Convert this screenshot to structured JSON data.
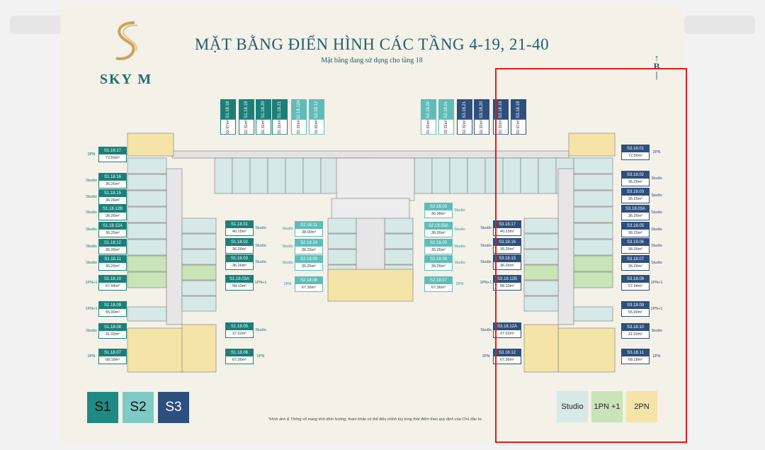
{
  "brand": {
    "name": "SKY M"
  },
  "heading": {
    "title": "MẶT BẰNG ĐIỂN HÌNH CÁC TẦNG 4-19, 21-40",
    "subtitle": "Mặt bằng đang sử dụng cho tầng 18"
  },
  "north_marker": "B",
  "colors": {
    "s1": "#1b7f79",
    "s2": "#5fbcb9",
    "s3": "#2d4f7e",
    "studio": "#d6e9e6",
    "pn1": "#c8e4b8",
    "pn2": "#f4e4a8",
    "highlight": "#e41b1b"
  },
  "top_labels": [
    {
      "code": "S1.18.18",
      "area": "32.67m²",
      "zone": "s1"
    },
    {
      "code": "S1.18.19",
      "area": "32.32m²",
      "zone": "s1"
    },
    {
      "code": "S1.18.20",
      "area": "32.32m²",
      "zone": "s1"
    },
    {
      "code": "S1.18.21",
      "area": "32.32m²",
      "zone": "s1"
    },
    {
      "code": "S2.18.12A",
      "area": "32.32m²",
      "zone": "s2"
    },
    {
      "code": "S2.18.12",
      "area": "31.65m²",
      "zone": "s2"
    },
    {
      "code": "S2.18.02",
      "area": "31.65m²",
      "zone": "s2"
    },
    {
      "code": "S2.18.01",
      "area": "32.32m²",
      "zone": "s2"
    },
    {
      "code": "S3.18.21",
      "area": "32.32m²",
      "zone": "s3"
    },
    {
      "code": "S3.18.20",
      "area": "32.32m²",
      "zone": "s3"
    },
    {
      "code": "S3.18.19",
      "area": "32.32m²",
      "zone": "s3"
    },
    {
      "code": "S3.18.18",
      "area": "32.67m²",
      "zone": "s3"
    }
  ],
  "left_outer": [
    {
      "type": "2PN",
      "code": "S1.18.17",
      "area": "72.56m²"
    },
    {
      "type": "Studio",
      "code": "S1.18.16",
      "area": "36.26m²"
    },
    {
      "type": "Studio",
      "code": "S1.18.15",
      "area": "36.26m²"
    },
    {
      "type": "Studio",
      "code": "S1.18.12B",
      "area": "36.26m²"
    },
    {
      "type": "Studio",
      "code": "S1.18.12A",
      "area": "36.25m²"
    },
    {
      "type": "Studio",
      "code": "S1.18.12",
      "area": "36.26m²"
    },
    {
      "type": "Studio",
      "code": "S1.18.11",
      "area": "36.26m²"
    },
    {
      "type": "1PN+1",
      "code": "S1.18.10",
      "area": "57.94m²"
    },
    {
      "type": "1PN+1",
      "code": "S1.18.09",
      "area": "55.99m²"
    },
    {
      "type": "Studio",
      "code": "S1.18.08",
      "area": "31.03m²"
    },
    {
      "type": "2PN",
      "code": "S1.18.07",
      "area": "68.18m²"
    }
  ],
  "left_inner": [
    {
      "type": "Studio",
      "code": "S1.18.01",
      "area": "40.15m²"
    },
    {
      "type": "Studio",
      "code": "S1.18.02",
      "area": "36.26m²"
    },
    {
      "type": "Studio",
      "code": "S1.18.03",
      "area": "36.26m²"
    },
    {
      "type": "1PN+1",
      "code": "S1.18.03A",
      "area": "58.10m²"
    },
    {
      "type": "Studio",
      "code": "S1.18.05",
      "area": "37.02m²"
    },
    {
      "type": "2PN",
      "code": "S1.18.06",
      "area": "67.36m²"
    }
  ],
  "center_left": [
    {
      "type": "Studio",
      "code": "S2.18.11",
      "area": "38.00m²"
    },
    {
      "type": "Studio",
      "code": "S2.18.10",
      "area": "36.26m²"
    },
    {
      "type": "Studio",
      "code": "S2.18.09",
      "area": "36.26m²"
    },
    {
      "type": "2PN",
      "code": "S2.18.08",
      "area": "67.36m²"
    }
  ],
  "center_right": [
    {
      "type": "Studio",
      "code": "S2.18.03",
      "area": "36.38m²"
    },
    {
      "type": "Studio",
      "code": "S2.18.03A",
      "area": "36.26m²"
    },
    {
      "type": "Studio",
      "code": "S2.18.05",
      "area": "36.26m²"
    },
    {
      "type": "Studio",
      "code": "S2.18.06",
      "area": "36.26m²"
    },
    {
      "type": "2PN",
      "code": "S2.18.07",
      "area": "67.36m²"
    }
  ],
  "right_inner": [
    {
      "type": "Studio",
      "code": "S3.18.17",
      "area": "40.15m²"
    },
    {
      "type": "Studio",
      "code": "S3.18.16",
      "area": "36.26m²"
    },
    {
      "type": "Studio",
      "code": "S3.18.15",
      "area": "36.26m²"
    },
    {
      "type": "1PN+1",
      "code": "S3.18.12B",
      "area": "58.10m²"
    },
    {
      "type": "Studio",
      "code": "S3.18.12A",
      "area": "37.02m²"
    },
    {
      "type": "2PN",
      "code": "S3.18.12",
      "area": "67.36m²"
    }
  ],
  "right_outer": [
    {
      "type": "2PN",
      "code": "S3.18.01",
      "area": "72.56m²"
    },
    {
      "type": "Studio",
      "code": "S3.18.02",
      "area": "36.26m²"
    },
    {
      "type": "Studio",
      "code": "S3.18.03",
      "area": "36.26m²"
    },
    {
      "type": "Studio",
      "code": "S3.18.03A",
      "area": "36.26m²"
    },
    {
      "type": "Studio",
      "code": "S3.18.05",
      "area": "36.25m²"
    },
    {
      "type": "Studio",
      "code": "S3.18.06",
      "area": "36.26m²"
    },
    {
      "type": "Studio",
      "code": "S3.18.07",
      "area": "36.26m²"
    },
    {
      "type": "1PN+1",
      "code": "S3.18.08",
      "area": "57.94m²"
    },
    {
      "type": "1PN+1",
      "code": "S3.18.09",
      "area": "55.99m²"
    },
    {
      "type": "Studio",
      "code": "S3.18.10",
      "area": "31.03m²"
    },
    {
      "type": "2PN",
      "code": "S3.18.11",
      "area": "68.18m²"
    }
  ],
  "zone_legend": [
    {
      "label": "S1",
      "color": "#1f8a84"
    },
    {
      "label": "S2",
      "color": "#7dcac6"
    },
    {
      "label": "S3",
      "color": "#2d4f7e"
    }
  ],
  "type_legend": [
    {
      "label": "Studio",
      "color": "#d6e9e6"
    },
    {
      "label": "1PN +1",
      "color": "#c8e4b8"
    },
    {
      "label": "2PN",
      "color": "#f4e4a8"
    }
  ],
  "footnote": "*Hình ảnh & Thông số mang tính định hướng, tham khảo có thể điều chỉnh tùy từng thời điểm theo quy định của Chủ đầu tư."
}
